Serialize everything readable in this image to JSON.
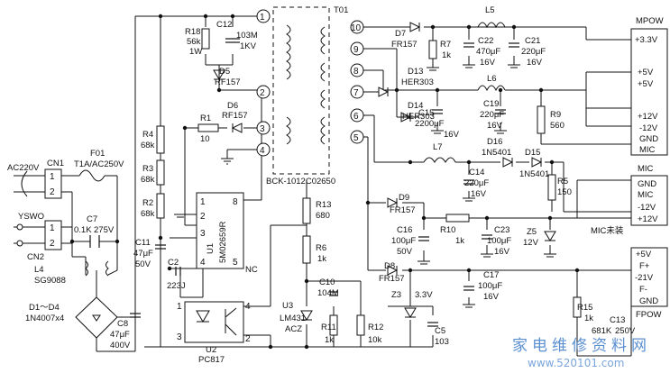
{
  "transformer": {
    "ref": "T01",
    "part": "BCK-1012C02650",
    "pins": [
      "1",
      "2",
      "3",
      "4",
      "10",
      "9",
      "8",
      "7",
      "6",
      "5"
    ]
  },
  "ic": {
    "ref": "U1",
    "part": "5M02659R",
    "nc": "NC",
    "pins": [
      "1",
      "2",
      "3",
      "4",
      "5",
      "8"
    ]
  },
  "opto": {
    "ref": "U2",
    "part": "PC817",
    "pins": [
      "1",
      "2",
      "3",
      "4"
    ]
  },
  "shunt": {
    "ref": "U3",
    "part": "LM431",
    "suffix": "ACZ"
  },
  "connectors": {
    "cn1": {
      "ref": "CN1",
      "pins": [
        "1",
        "2"
      ],
      "label": "AC220V"
    },
    "cn2": {
      "ref": "CN2",
      "pins": [
        "1",
        "2"
      ],
      "label": "YSWO"
    }
  },
  "fuse": {
    "ref": "F01",
    "value": "T1A/AC250V"
  },
  "inductors": [
    {
      "ref": "L4",
      "value": "SG9088"
    },
    {
      "ref": "L5"
    },
    {
      "ref": "L6"
    },
    {
      "ref": "L7"
    }
  ],
  "bridge": {
    "ref": "D1～D4",
    "value": "1N4007x4"
  },
  "resistors": [
    {
      "ref": "R18",
      "v1": "56k",
      "v2": "1W"
    },
    {
      "ref": "R1",
      "v1": "10"
    },
    {
      "ref": "R4",
      "v1": "68k"
    },
    {
      "ref": "R3",
      "v1": "68k"
    },
    {
      "ref": "R2",
      "v1": "68k"
    },
    {
      "ref": "R13",
      "v1": "680"
    },
    {
      "ref": "R6",
      "v1": "1k"
    },
    {
      "ref": "R11",
      "v1": "1k"
    },
    {
      "ref": "R12",
      "v1": "10k"
    },
    {
      "ref": "R7",
      "v1": "1k"
    },
    {
      "ref": "R9",
      "v1": "560"
    },
    {
      "ref": "R5",
      "v1": "150"
    },
    {
      "ref": "R10",
      "v1": "1k"
    },
    {
      "ref": "R15",
      "v1": "1k"
    }
  ],
  "capacitors": [
    {
      "ref": "C12",
      "v1": "103M",
      "v2": "1KV"
    },
    {
      "ref": "C7",
      "v1": "0.1K",
      "v2": "275V"
    },
    {
      "ref": "C11",
      "v1": "47μF",
      "v2": "50V"
    },
    {
      "ref": "C2",
      "v1": "223J"
    },
    {
      "ref": "C8",
      "v1": "47μF",
      "v2": "400V"
    },
    {
      "ref": "C10",
      "v1": "104M"
    },
    {
      "ref": "C22",
      "v1": "470μF",
      "v2": "16V"
    },
    {
      "ref": "C21",
      "v1": "220μF",
      "v2": "16V"
    },
    {
      "ref": "C15",
      "v1": "2200μF",
      "v2": "16V"
    },
    {
      "ref": "C19",
      "v1": "220μF",
      "v2": "16V"
    },
    {
      "ref": "C14",
      "v1": "220μF",
      "v2": "16V"
    },
    {
      "ref": "C16",
      "v1": "100μF",
      "v2": "50V"
    },
    {
      "ref": "C23",
      "v1": "100μF",
      "v2": "16V"
    },
    {
      "ref": "C17",
      "v1": "100μF",
      "v2": "16V"
    },
    {
      "ref": "C5",
      "v1": "103"
    },
    {
      "ref": "C13",
      "v1": "681K",
      "v2": "250V"
    }
  ],
  "diodes": [
    {
      "ref": "D5",
      "v1": "RF157"
    },
    {
      "ref": "D6",
      "v1": "RF157"
    },
    {
      "ref": "D7",
      "v1": "FR157"
    },
    {
      "ref": "D13",
      "v1": "HER303"
    },
    {
      "ref": "D14",
      "v1": "HER303"
    },
    {
      "ref": "D16",
      "v1": "1N5401"
    },
    {
      "ref": "D15",
      "v1": "1N5401"
    },
    {
      "ref": "D9",
      "v1": "FR157"
    },
    {
      "ref": "D8",
      "v1": "FR157"
    },
    {
      "ref": "Z5",
      "v1": "12V"
    },
    {
      "ref": "Z3",
      "v1": "3.3V"
    }
  ],
  "outputs": {
    "mpow": {
      "title": "MPOW",
      "pins": [
        "+3.3V",
        "+5V",
        "+5V",
        "+12V",
        "-12V",
        "GND",
        "MIC"
      ]
    },
    "mic": {
      "title": "MIC",
      "pins": [
        "GND",
        "MIC",
        "-12V",
        "+12V"
      ],
      "note": "MIC未装"
    },
    "fpow": {
      "title": "FPOW",
      "pins": [
        "+5V",
        "F+",
        "-21V",
        "F-",
        "GND"
      ]
    }
  },
  "watermark": {
    "cn": "家电维修资料网",
    "url": "www.520101.com"
  }
}
